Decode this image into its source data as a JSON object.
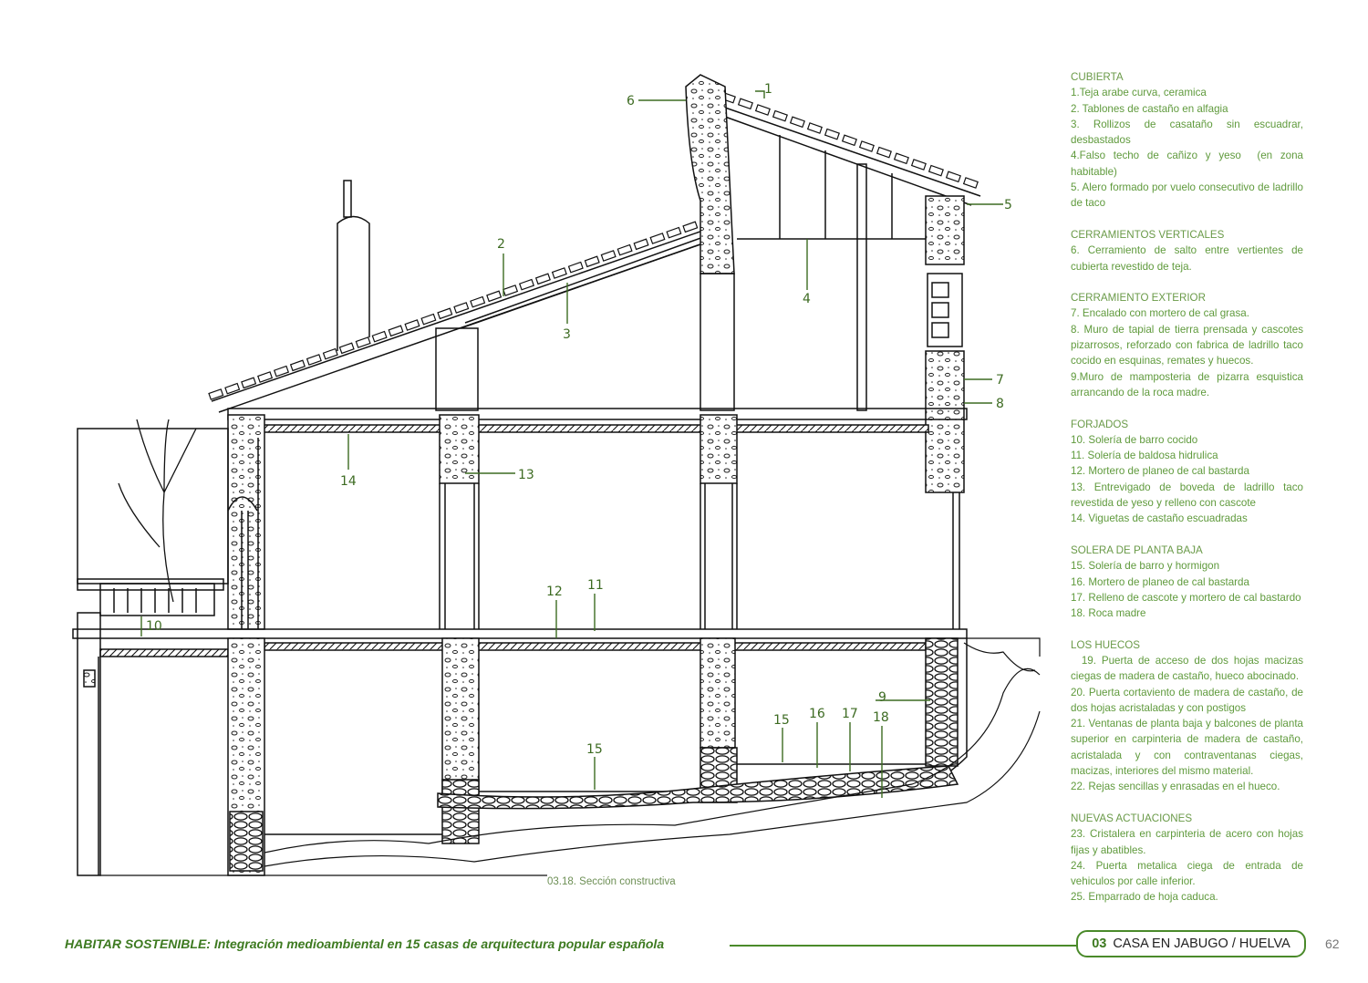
{
  "drawing": {
    "callouts": [
      "1",
      "2",
      "3",
      "4",
      "5",
      "6",
      "7",
      "8",
      "9",
      "10",
      "11",
      "12",
      "13",
      "14",
      "15",
      "15",
      "16",
      "17",
      "18"
    ],
    "caption": "03.18. Sección constructiva"
  },
  "legend": {
    "sections": [
      {
        "heading": "CUBIERTA",
        "items": [
          "1.Teja arabe curva, ceramica",
          "2. Tablones de castaño en alfagia",
          "3. Rollizos de casataño sin escuadrar, desbastados",
          "4.Falso techo de cañizo y yeso  (en zona habitable)",
          "5. Alero formado por vuelo consecutivo de ladrillo de taco"
        ]
      },
      {
        "heading": "CERRAMIENTOS VERTICALES",
        "items": [
          "6. Cerramiento de salto entre vertientes de cubierta revestido de teja."
        ]
      },
      {
        "heading": "CERRAMIENTO EXTERIOR",
        "items": [
          "7. Encalado con mortero de cal grasa.",
          "8. Muro de tapial de tierra prensada y cascotes pizarrosos, reforzado con fabrica de ladrillo taco cocido en esquinas, remates y huecos.",
          "9.Muro de mamposteria de pizarra esquistica arrancando de la roca madre."
        ]
      },
      {
        "heading": "FORJADOS",
        "items": [
          "10. Solería de barro cocido",
          "11. Solería de baldosa hidrulica",
          "12. Mortero de planeo de cal bastarda",
          "13. Entrevigado de boveda de ladrillo taco revestida de yeso y relleno con cascote",
          "14. Viguetas de castaño escuadradas"
        ]
      },
      {
        "heading": "SOLERA DE PLANTA BAJA",
        "items": [
          "15. Solería de barro y hormigon",
          "16. Mortero de planeo de cal bastarda",
          "17. Relleno de cascote y mortero de cal bastardo",
          "18. Roca madre"
        ]
      },
      {
        "heading": "LOS HUECOS",
        "items": [
          "  19. Puerta de acceso de dos hojas macizas ciegas de madera de castaño, hueco abocinado.",
          "20. Puerta cortaviento de madera de castaño, de dos hojas acristaladas y con postigos",
          "21. Ventanas de planta baja y balcones de planta superior en carpinteria de madera de castaño, acristalada y con contraventanas ciegas, macizas, interiores del mismo material.",
          "22. Rejas sencillas y enrasadas en el hueco."
        ]
      },
      {
        "heading": "NUEVAS ACTUACIONES",
        "items": [
          "23. Cristalera en carpinteria de acero con hojas fijas y abatibles.",
          "24. Puerta metalica ciega de entrada de vehiculos por calle inferior.",
          "25. Emparrado de hoja caduca."
        ]
      }
    ]
  },
  "footer": {
    "title": "HABITAR SOSTENIBLE: Integración medioambiental en 15 casas de arquitectura popular española",
    "chapter_number": "03",
    "chapter_title": "CASA EN JABUGO /  HUELVA",
    "page_number": "62"
  },
  "colors": {
    "accent": "#4a8a2a",
    "legend_text": "#5f9a3c"
  }
}
